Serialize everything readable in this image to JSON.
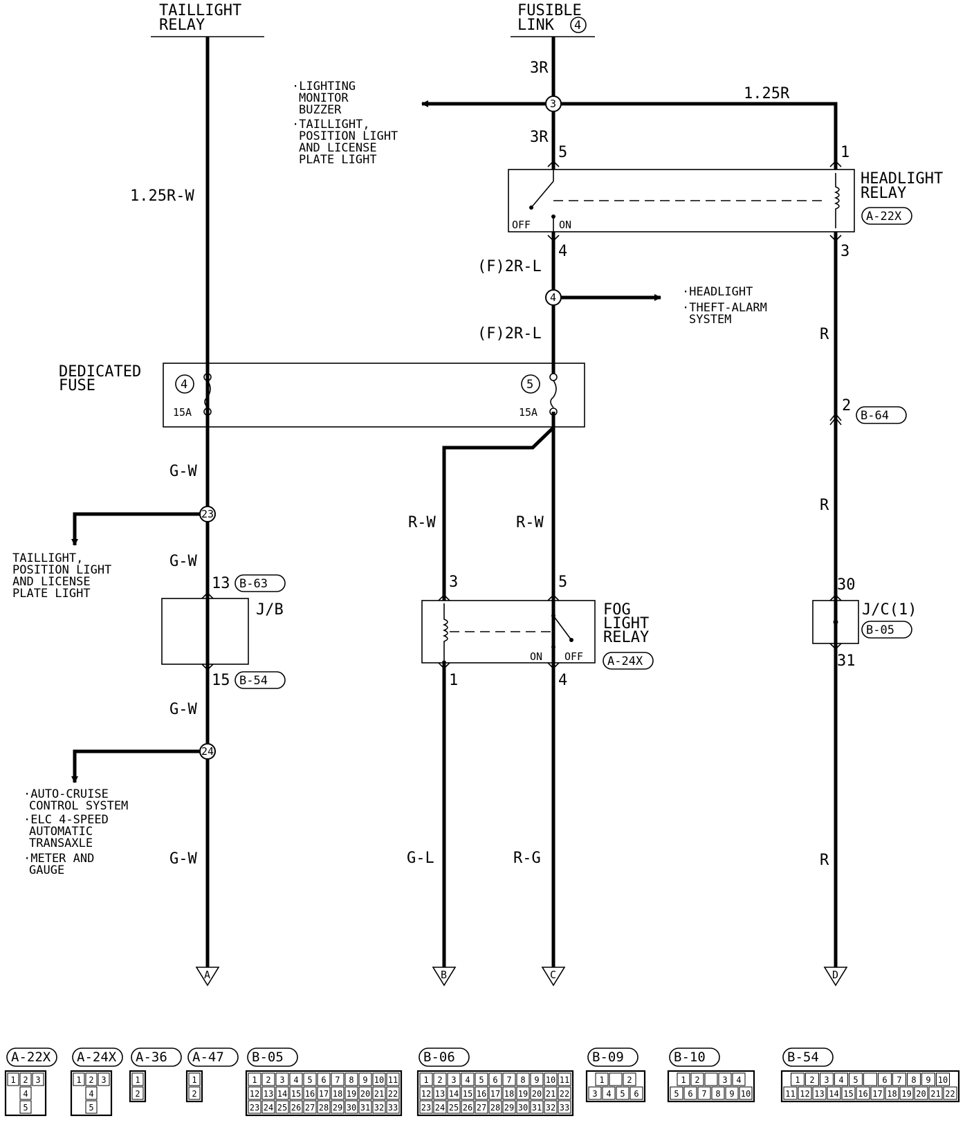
{
  "top": {
    "taillight_relay": [
      "TAILLIGHT",
      "RELAY"
    ],
    "fusible_link": [
      "FUSIBLE",
      "LINK"
    ],
    "fusible_link_no": "4"
  },
  "wires": {
    "w_3R_top": "3R",
    "w_3R_mid": "3R",
    "w_125R": "1.25R",
    "w_125RW": "1.25R-W",
    "w_F2RL_1": "(F)2R-L",
    "w_F2RL_2": "(F)2R-L",
    "w_R_1": "R",
    "w_R_2": "R",
    "w_R_3": "R",
    "w_GW_1": "G-W",
    "w_GW_2": "G-W",
    "w_GW_3": "G-W",
    "w_GW_4": "G-W",
    "w_RW_1": "R-W",
    "w_RW_2": "R-W",
    "w_GL": "G-L",
    "w_RG": "R-G"
  },
  "splices": {
    "s3": "3",
    "s4": "4",
    "s23": "23",
    "s24": "24"
  },
  "pins": {
    "hl5": "5",
    "hl1": "1",
    "hl4": "4",
    "hl3": "3",
    "b64": "2",
    "j30": "30",
    "j31": "31",
    "jb13": "13",
    "jb15": "15",
    "fg3": "3",
    "fg5": "5",
    "fg1": "1",
    "fg4": "4"
  },
  "notes": {
    "upper_left": [
      "·LIGHTING",
      "MONITOR",
      "BUZZER",
      "·TAILLIGHT,",
      "POSITION LIGHT",
      "AND LICENSE",
      "PLATE LIGHT"
    ],
    "headlight_branch": [
      "·HEADLIGHT",
      "·THEFT-ALARM",
      "SYSTEM"
    ],
    "taillight_branch": [
      "TAILLIGHT,",
      "POSITION LIGHT",
      "AND LICENSE",
      "PLATE LIGHT"
    ],
    "lower_left": [
      "·AUTO-CRUISE",
      "CONTROL SYSTEM",
      "·ELC 4-SPEED",
      "AUTOMATIC",
      "TRANSAXLE",
      "·METER AND",
      "GAUGE"
    ]
  },
  "components": {
    "headlight_relay": [
      "HEADLIGHT",
      "RELAY"
    ],
    "headlight_relay_code": "A-22X",
    "hl_off": "OFF",
    "hl_on": "ON",
    "dedicated_fuse": [
      "DEDICATED",
      "FUSE"
    ],
    "fuse4_no": "4",
    "fuse5_no": "5",
    "fuse4_rating": "15A",
    "fuse5_rating": "15A",
    "jb": "J/B",
    "jb_code_in": "B-63",
    "jb_code_out": "B-54",
    "fog_relay": [
      "FOG",
      "LIGHT",
      "RELAY"
    ],
    "fog_relay_code": "A-24X",
    "fg_on": "ON",
    "fg_off": "OFF",
    "jc": "J/C(1)",
    "jc_code": "B-05",
    "b64_code": "B-64"
  },
  "terminals": {
    "a": "A",
    "b": "B",
    "c": "C",
    "d": "D"
  },
  "connectors": [
    {
      "code": "A-22X",
      "rows": [
        [
          "1",
          "2",
          "3"
        ],
        [
          "4"
        ],
        [
          "5"
        ]
      ]
    },
    {
      "code": "A-24X",
      "rows": [
        [
          "1",
          "2",
          "3"
        ],
        [
          "4"
        ],
        [
          "5"
        ]
      ]
    },
    {
      "code": "A-36",
      "rows": [
        [
          "1"
        ],
        [
          "2"
        ]
      ]
    },
    {
      "code": "A-47",
      "rows": [
        [
          "1"
        ],
        [
          "2"
        ]
      ]
    },
    {
      "code": "B-05",
      "rows": [
        [
          "1",
          "2",
          "3",
          "4",
          "5",
          "6",
          "7",
          "8",
          "9",
          "10",
          "11"
        ],
        [
          "12",
          "13",
          "14",
          "15",
          "16",
          "17",
          "18",
          "19",
          "20",
          "21",
          "22"
        ],
        [
          "23",
          "24",
          "25",
          "26",
          "27",
          "28",
          "29",
          "30",
          "31",
          "32",
          "33"
        ]
      ]
    },
    {
      "code": "B-06",
      "rows": [
        [
          "1",
          "2",
          "3",
          "4",
          "5",
          "6",
          "7",
          "8",
          "9",
          "10",
          "11"
        ],
        [
          "12",
          "13",
          "14",
          "15",
          "16",
          "17",
          "18",
          "19",
          "20",
          "21",
          "22"
        ],
        [
          "23",
          "24",
          "25",
          "26",
          "27",
          "28",
          "29",
          "30",
          "31",
          "32",
          "33"
        ]
      ]
    },
    {
      "code": "B-09",
      "rows": [
        [
          "1",
          "",
          "2"
        ],
        [
          "3",
          "4",
          "5",
          "6"
        ]
      ]
    },
    {
      "code": "B-10",
      "rows": [
        [
          "1",
          "2",
          "",
          "3",
          "4"
        ],
        [
          "5",
          "6",
          "7",
          "8",
          "9",
          "10"
        ]
      ]
    },
    {
      "code": "B-54",
      "rows": [
        [
          "1",
          "2",
          "3",
          "4",
          "5",
          "",
          "6",
          "7",
          "8",
          "9",
          "10"
        ],
        [
          "11",
          "12",
          "13",
          "14",
          "15",
          "16",
          "17",
          "18",
          "19",
          "20",
          "21",
          "22"
        ]
      ]
    }
  ]
}
